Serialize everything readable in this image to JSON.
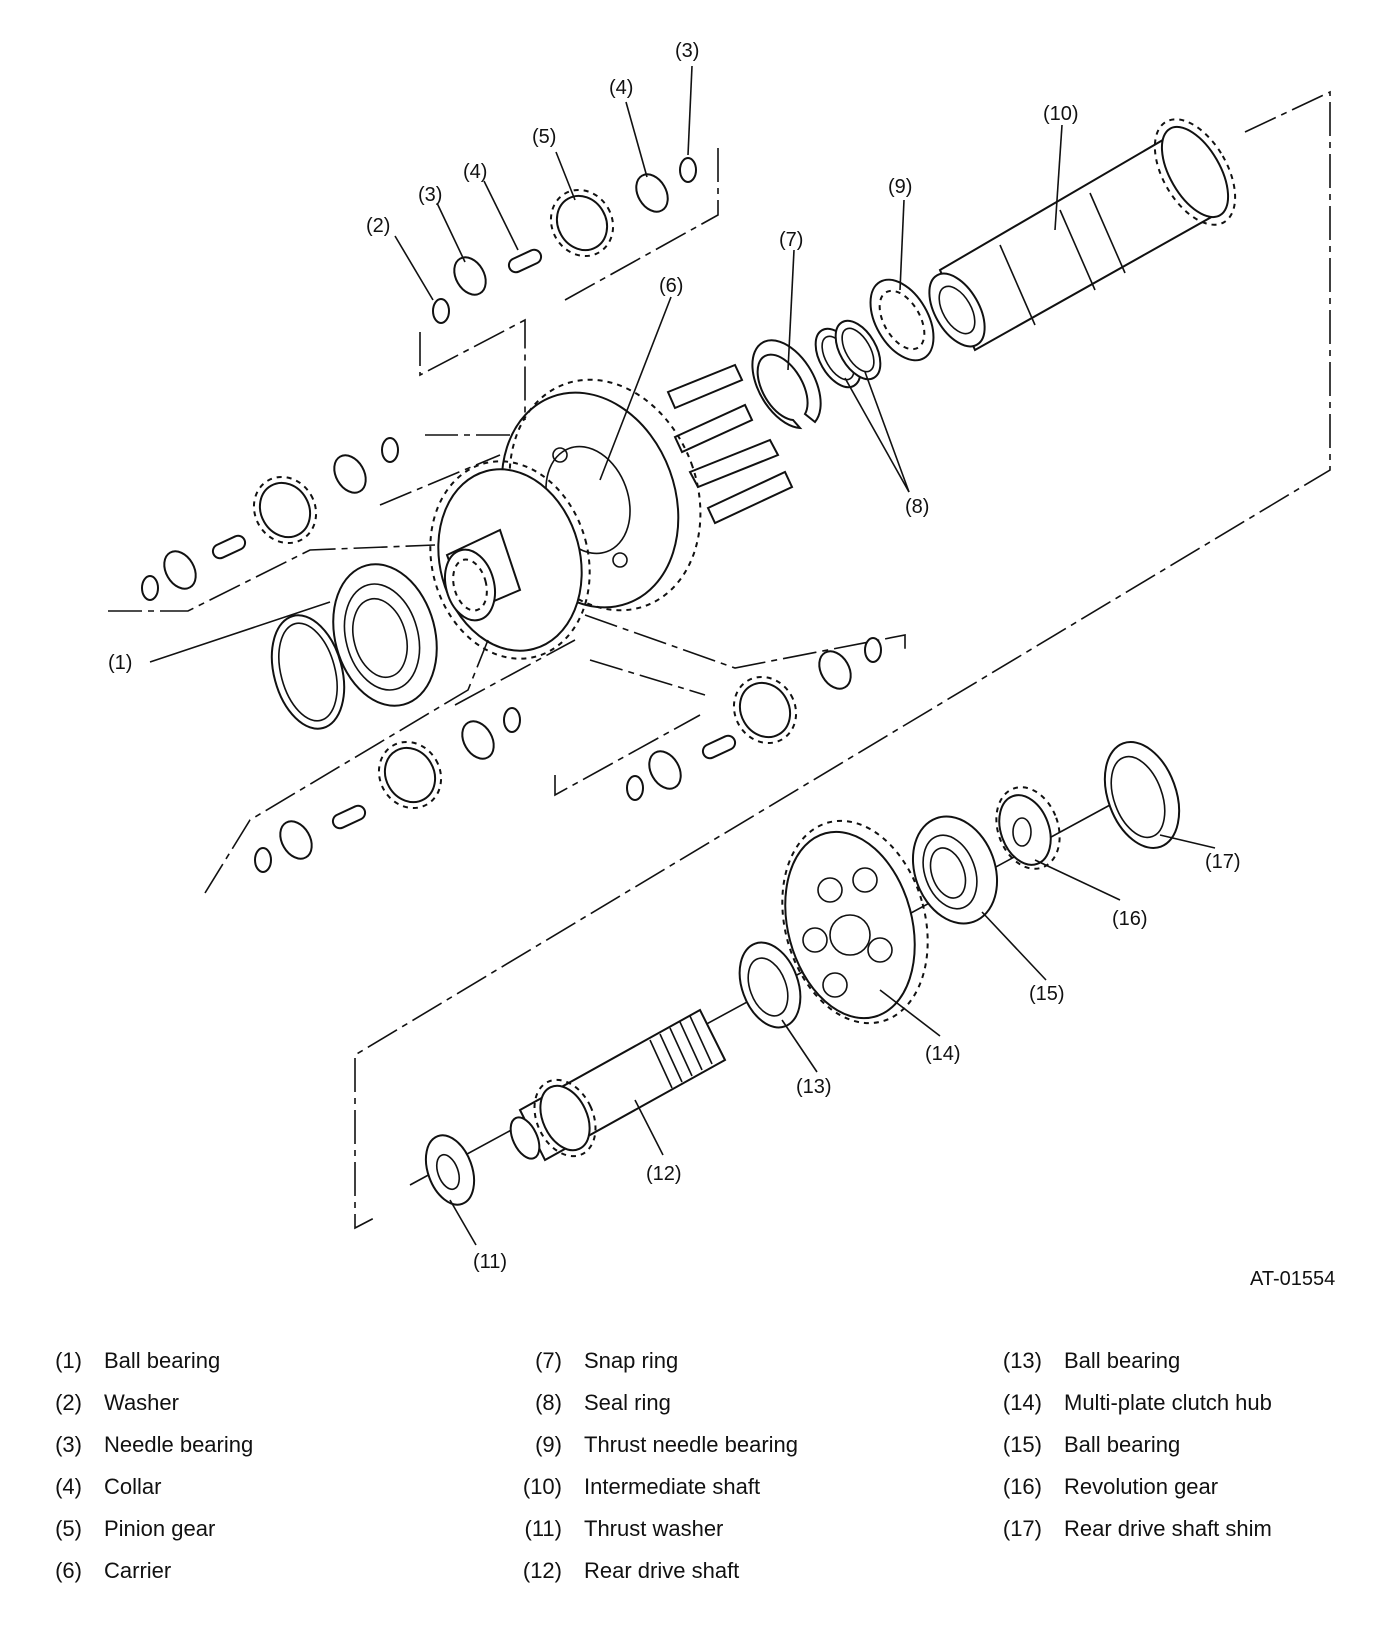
{
  "diagram": {
    "callouts": {
      "c1": "(1)",
      "c2": "(2)",
      "c3a": "(3)",
      "c3b": "(3)",
      "c4a": "(4)",
      "c4b": "(4)",
      "c5": "(5)",
      "c6": "(6)",
      "c7": "(7)",
      "c8": "(8)",
      "c9": "(9)",
      "c10": "(10)",
      "c11": "(11)",
      "c12": "(12)",
      "c13": "(13)",
      "c14": "(14)",
      "c15": "(15)",
      "c16": "(16)",
      "c17": "(17)"
    },
    "reference_code": "AT-01554"
  },
  "legend": {
    "col1": [
      {
        "num": "(1)",
        "label": "Ball bearing"
      },
      {
        "num": "(2)",
        "label": "Washer"
      },
      {
        "num": "(3)",
        "label": "Needle bearing"
      },
      {
        "num": "(4)",
        "label": "Collar"
      },
      {
        "num": "(5)",
        "label": "Pinion gear"
      },
      {
        "num": "(6)",
        "label": "Carrier"
      }
    ],
    "col2": [
      {
        "num": "(7)",
        "label": "Snap ring"
      },
      {
        "num": "(8)",
        "label": "Seal ring"
      },
      {
        "num": "(9)",
        "label": "Thrust needle bearing"
      },
      {
        "num": "(10)",
        "label": "Intermediate shaft"
      },
      {
        "num": "(11)",
        "label": "Thrust washer"
      },
      {
        "num": "(12)",
        "label": "Rear drive shaft"
      }
    ],
    "col3": [
      {
        "num": "(13)",
        "label": "Ball bearing"
      },
      {
        "num": "(14)",
        "label": "Multi-plate clutch hub"
      },
      {
        "num": "(15)",
        "label": "Ball bearing"
      },
      {
        "num": "(16)",
        "label": "Revolution gear"
      },
      {
        "num": "(17)",
        "label": "Rear drive shaft shim"
      }
    ]
  }
}
